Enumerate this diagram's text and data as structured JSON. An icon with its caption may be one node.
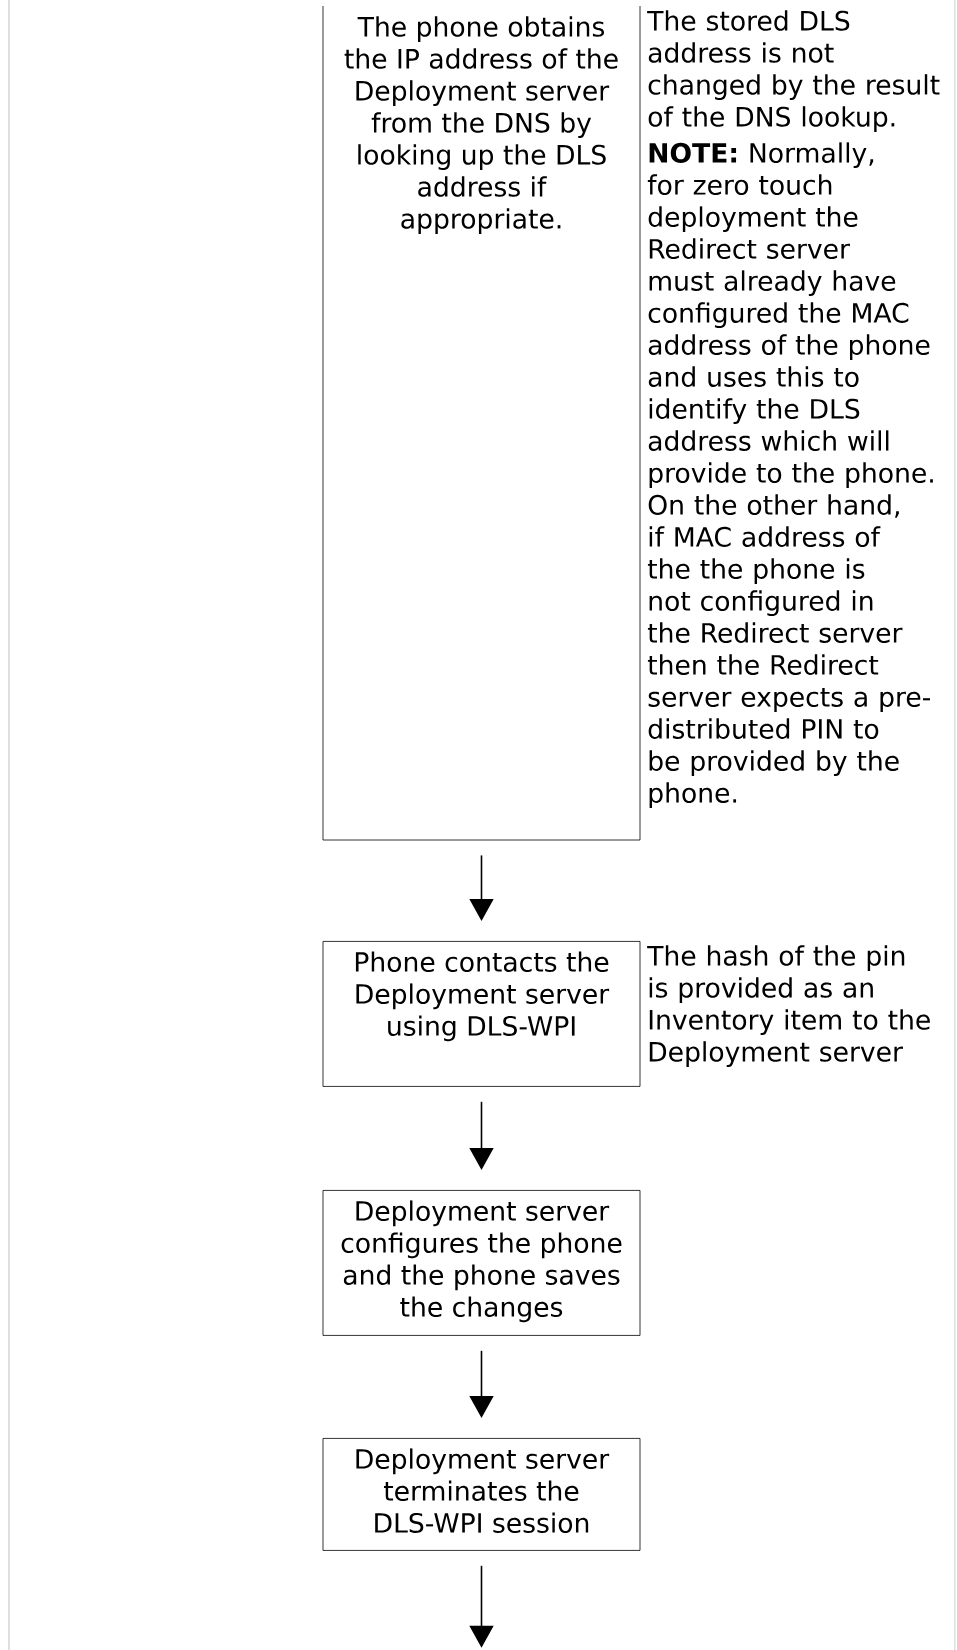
{
  "diagram": {
    "nodes": [
      {
        "text": [
          "The phone obtains the IP address of the Deployment server from the DNS by looking up the DLS address if appropriate."
        ],
        "beside": [
          "The stored DLS address is not changed by the result of the DNS lookup.",
          "**NOTE:** Normally, for zero touch deployment the Redirect server must already have configured the MAC address of the phone and uses this to identify the DLS address which will provide to the phone. On the other hand, if MAC address of the the phone is not configured in the Redirect server then the Redirect server expects a pre-distributed PIN to be provided by the phone."
        ]
      },
      {
        "text": [
          "Phone contacts the Deployment server using DLS-WPI"
        ],
        "beside": [
          "The hash of the pin is provided as an Inventory item to the Deployment server"
        ]
      },
      {
        "text": [
          "Deployment server configures the phone and the phone saves the changes"
        ]
      },
      {
        "text": [
          "Deployment server terminates the DLS-WPI session"
        ]
      }
    ],
    "edges": [
      {
        "from": 0,
        "to": 1,
        "arrow": "to"
      },
      {
        "from": 1,
        "to": 2,
        "arrow": "to"
      },
      {
        "from": 2,
        "to": 3,
        "arrow": "to"
      },
      {
        "from": 3,
        "to": null,
        "arrow": "to"
      }
    ]
  }
}
